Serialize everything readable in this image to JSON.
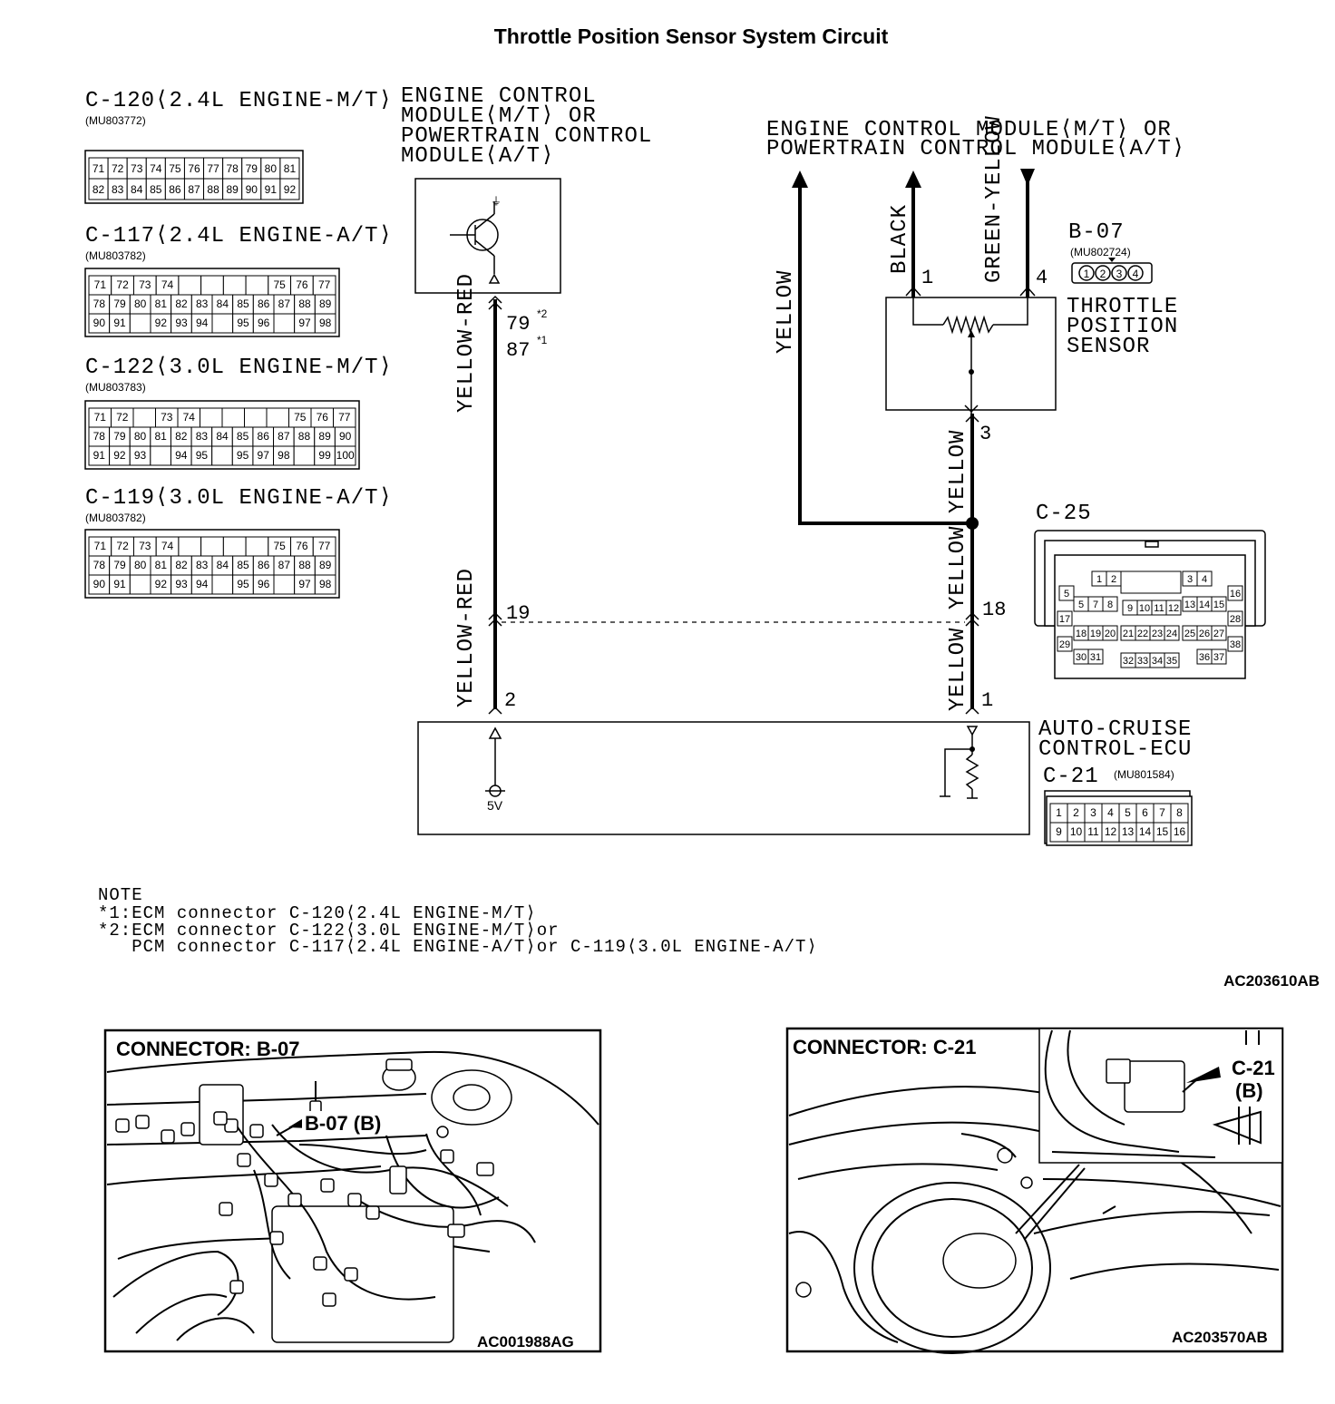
{
  "title": "Throttle Position Sensor System Circuit",
  "ecm_connectors": [
    {
      "id": "c120",
      "name": "C-120⟨2.4L ENGINE-M/T⟩",
      "part": "(MU803772)",
      "rows": [
        [
          "71",
          "72",
          "73",
          "74",
          "75",
          "76",
          "77",
          "78",
          "79",
          "80",
          "81"
        ],
        [
          "82",
          "83",
          "84",
          "85",
          "86",
          "87",
          "88",
          "89",
          "90",
          "91",
          "92"
        ]
      ]
    },
    {
      "id": "c117",
      "name": "C-117⟨2.4L ENGINE-A/T⟩",
      "part": "(MU803782)",
      "rows": [
        [
          "71",
          "72",
          "73",
          "74",
          "",
          "",
          "",
          "",
          "75",
          "76",
          "77"
        ],
        [
          "78",
          "79",
          "80",
          "81",
          "82",
          "83",
          "84",
          "85",
          "86",
          "87",
          "88",
          "89"
        ],
        [
          "90",
          "91",
          "",
          "92",
          "93",
          "94",
          "",
          "95",
          "96",
          "",
          "97",
          "98"
        ]
      ]
    },
    {
      "id": "c122",
      "name": "C-122⟨3.0L ENGINE-M/T⟩",
      "part": "(MU803783)",
      "rows": [
        [
          "71",
          "72",
          "",
          "73",
          "74",
          "",
          "",
          "",
          "",
          "75",
          "76",
          "77"
        ],
        [
          "78",
          "79",
          "80",
          "81",
          "82",
          "83",
          "84",
          "85",
          "86",
          "87",
          "88",
          "89",
          "90"
        ],
        [
          "91",
          "92",
          "93",
          "",
          "94",
          "95",
          "",
          "95",
          "97",
          "98",
          "",
          "99",
          "100"
        ]
      ]
    },
    {
      "id": "c119",
      "name": "C-119⟨3.0L ENGINE-A/T⟩",
      "part": "(MU803782)",
      "rows": [
        [
          "71",
          "72",
          "73",
          "74",
          "",
          "",
          "",
          "",
          "75",
          "76",
          "77"
        ],
        [
          "78",
          "79",
          "80",
          "81",
          "82",
          "83",
          "84",
          "85",
          "86",
          "87",
          "88",
          "89"
        ],
        [
          "90",
          "91",
          "",
          "92",
          "93",
          "94",
          "",
          "95",
          "96",
          "",
          "97",
          "98"
        ]
      ]
    }
  ],
  "ecm_left": {
    "lines": [
      "ENGINE CONTROL",
      "MODULE⟨M/T⟩ OR",
      "POWERTRAIN CONTROL",
      "MODULE⟨A/T⟩"
    ]
  },
  "ecm_right": {
    "lines": [
      "ENGINE CONTROL MODULE⟨M/T⟩ OR",
      "POWERTRAIN CONTROL MODULE⟨A/T⟩"
    ]
  },
  "wires": {
    "yellow_red": "YELLOW-RED",
    "yellow": "YELLOW",
    "black": "BLACK",
    "green_yellow": "GREEN-YELLOW"
  },
  "pins": {
    "p79": "79",
    "p79_mark": "*2",
    "p87": "87",
    "p87_mark": "*1",
    "p19": "19",
    "p2": "2",
    "p1_tps": "1",
    "p4_tps": "4",
    "p3_tps": "3",
    "p18": "18",
    "p1_ecu": "1"
  },
  "b07": {
    "name": "B-07",
    "part": "(MU802724)",
    "pins": [
      "1",
      "2",
      "3",
      "4"
    ]
  },
  "tps": {
    "lines": [
      "THROTTLE",
      "POSITION",
      "SENSOR"
    ]
  },
  "c25": {
    "name": "C-25",
    "cells": [
      "1",
      "2",
      "3",
      "4",
      "5",
      "16",
      "5",
      "7",
      "8",
      "9",
      "10",
      "11",
      "12",
      "13",
      "14",
      "15",
      "17",
      "28",
      "18",
      "19",
      "20",
      "21",
      "22",
      "23",
      "24",
      "25",
      "26",
      "27",
      "29",
      "38",
      "30",
      "31",
      "32",
      "33",
      "34",
      "35",
      "36",
      "37"
    ]
  },
  "ecu": {
    "lines": [
      "AUTO-CRUISE",
      "CONTROL-ECU"
    ],
    "voltage": "5V"
  },
  "c21": {
    "name": "C-21",
    "part": "(MU801584)",
    "rows": [
      [
        "1",
        "2",
        "3",
        "4",
        "5",
        "6",
        "7",
        "8"
      ],
      [
        "9",
        "10",
        "11",
        "12",
        "13",
        "14",
        "15",
        "16"
      ]
    ]
  },
  "note": {
    "heading": "NOTE",
    "lines": [
      "*1:ECM connector C-120⟨2.4L ENGINE-M/T⟩",
      "*2:ECM connector C-122⟨3.0L ENGINE-M/T⟩or",
      "   PCM connector C-117⟨2.4L ENGINE-A/T⟩or C-119⟨3.0L ENGINE-A/T⟩"
    ]
  },
  "ref_main": "AC203610AB",
  "photo_b07": {
    "title": "CONNECTOR: B-07",
    "callout": "B-07 (B)",
    "ref": "AC001988AG"
  },
  "photo_c21": {
    "title": "CONNECTOR: C-21",
    "callout_a": "C-21",
    "callout_b": "(B)",
    "ref": "AC203570AB"
  }
}
